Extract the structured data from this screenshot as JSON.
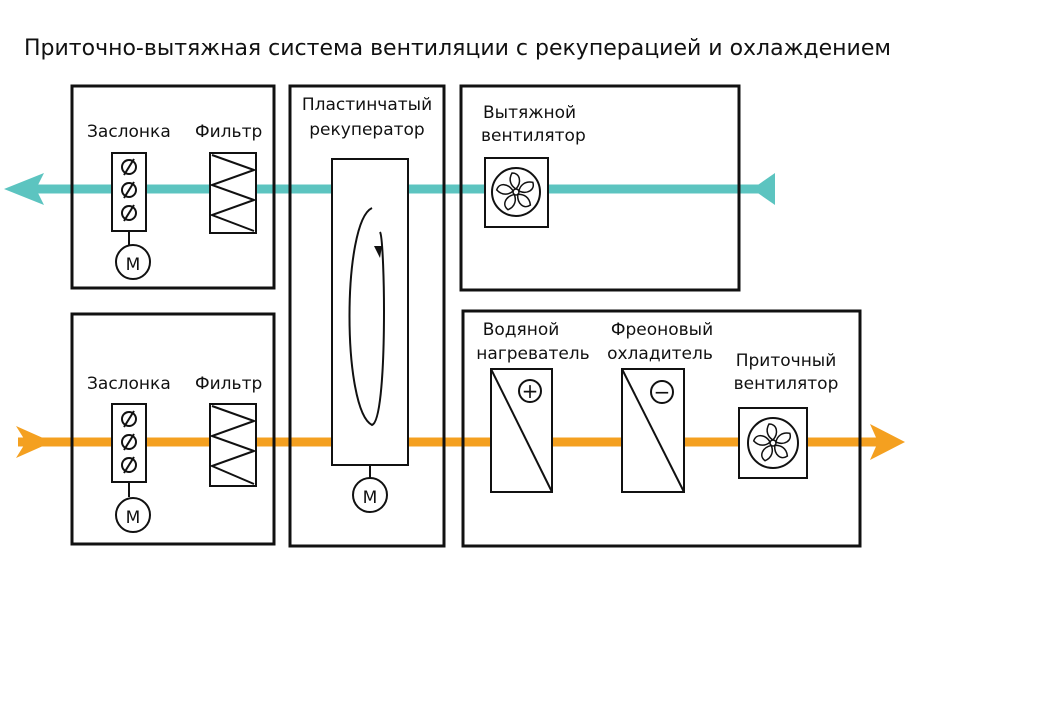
{
  "title": "Приточно-вытяжная система вентиляции с рекуперацией и охлаждением",
  "colors": {
    "exhaust_air": "#5cc4c0",
    "supply_air": "#f4a020",
    "outline": "#111111"
  },
  "exhaust_module": {
    "damper_label": "Заслонка",
    "filter_label": "Фильтр",
    "motor_label": "M"
  },
  "recuperator": {
    "label_line1": "Пластинчатый",
    "label_line2": "рекуператор",
    "motor_label": "M"
  },
  "exhaust_fan": {
    "label_line1": "Вытяжной",
    "label_line2": "вентилятор",
    "icon": "fan-icon"
  },
  "supply_module": {
    "damper_label": "Заслонка",
    "filter_label": "Фильтр",
    "motor_label": "M"
  },
  "heater": {
    "label_line1": "Водяной",
    "label_line2": "нагреватель",
    "sign": "+"
  },
  "cooler": {
    "label_line1": "Фреоновый",
    "label_line2": "охладитель",
    "sign": "−"
  },
  "supply_fan": {
    "label_line1": "Приточный",
    "label_line2": "вентилятор",
    "icon": "fan-icon"
  }
}
